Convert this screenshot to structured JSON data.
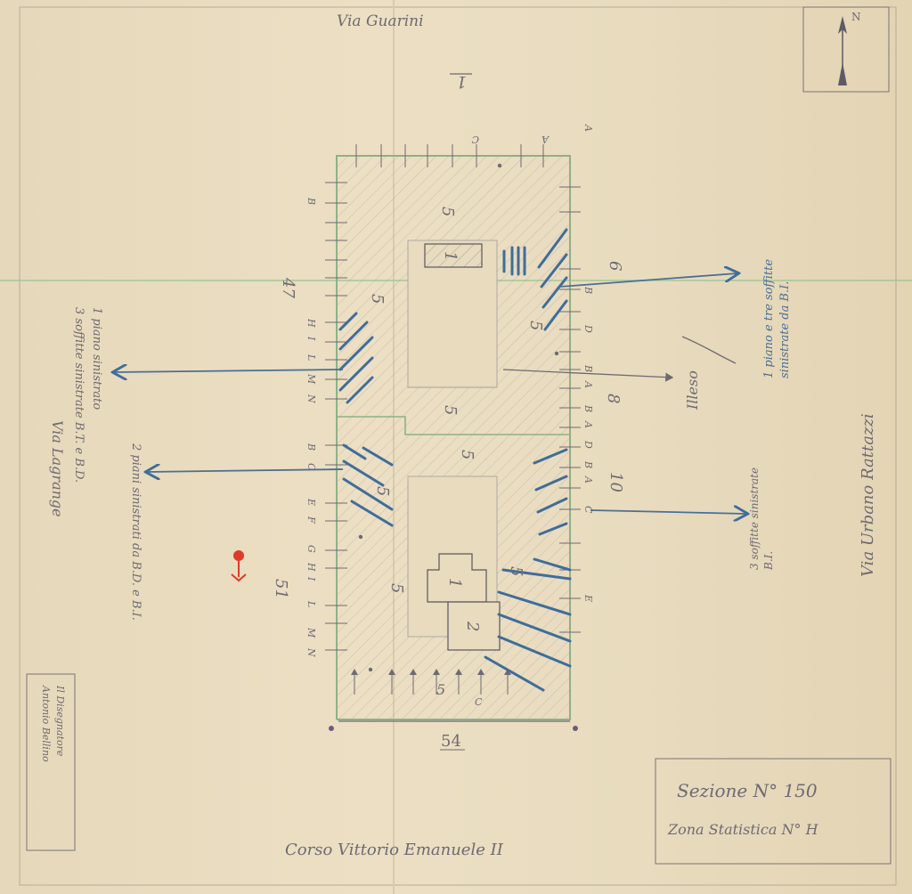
{
  "streets": {
    "north": "Via Guarini",
    "south": "Corso Vittorio Emanuele II",
    "east": "Via Urbano Rattazzi",
    "west": "Via Lagrange"
  },
  "north_arrow": {
    "letter": "N",
    "icon": "north-arrow-icon"
  },
  "title_box": {
    "line1": "Sezione N° 150",
    "line2": "Zona Statistica N° H"
  },
  "signature": {
    "line1": "Il Disegnatore",
    "line2": "Antonio Bellino"
  },
  "block_numbers": {
    "top": "1",
    "left": "47",
    "left_lower": "51",
    "bottom": "54"
  },
  "building_numbers": [
    "5",
    "5",
    "5",
    "5",
    "5",
    "5",
    "5",
    "5",
    "5",
    "1",
    "1",
    "2"
  ],
  "east_house_numbers": [
    "6",
    "8",
    "10"
  ],
  "annotations": {
    "west_upper_line1": "1 piano sinistrato",
    "west_upper_line2": "3 soffitte sinistrate B.T. e B.D.",
    "west_lower": "2 piani sinistrati da B.D. e B.I.",
    "east_upper_line1": "1 piano e tre soffitte",
    "east_upper_line2": "sinistrate da B.I.",
    "east_middle": "Illeso",
    "east_lower_line1": "3 soffitte sinistrate",
    "east_lower_line2": "B.I."
  },
  "letters_west": [
    "B",
    "H",
    "I",
    "L",
    "M",
    "N",
    "B",
    "C",
    "E",
    "F",
    "G",
    "H",
    "I",
    "L",
    "M",
    "N"
  ],
  "letters_east": [
    "A",
    "B",
    "D",
    "B",
    "A",
    "B",
    "A",
    "D",
    "B",
    "A",
    "C",
    "E"
  ],
  "letters_north": [
    "C",
    "A"
  ],
  "letters_south": [
    "C"
  ],
  "colors": {
    "paper": "#e9dcbf",
    "pencil": "#6e6a72",
    "block_outline": "#8fb087",
    "damage_hatch": "#3f6d9a",
    "red_marker": "#e03a2a"
  }
}
